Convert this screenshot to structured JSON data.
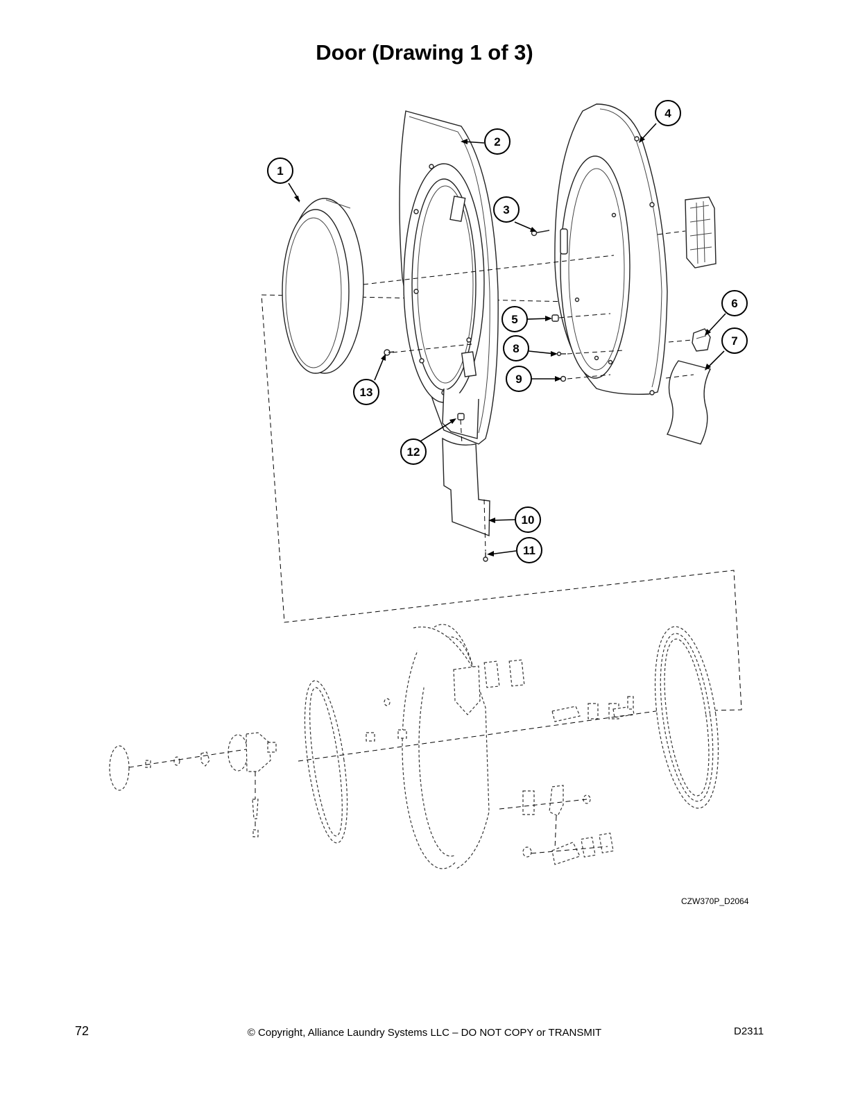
{
  "page": {
    "title": "Door (Drawing 1 of 3)",
    "drawing_code": "CZW370P_D2064",
    "page_number": "72",
    "copyright": "© Copyright, Alliance Laundry Systems LLC – DO NOT COPY or TRANSMIT",
    "doc_code": "D2311"
  },
  "callouts": [
    {
      "id": "c1",
      "label": "1"
    },
    {
      "id": "c2",
      "label": "2"
    },
    {
      "id": "c3",
      "label": "3"
    },
    {
      "id": "c4",
      "label": "4"
    },
    {
      "id": "c5",
      "label": "5"
    },
    {
      "id": "c6",
      "label": "6"
    },
    {
      "id": "c7",
      "label": "7"
    },
    {
      "id": "c8",
      "label": "8"
    },
    {
      "id": "c9",
      "label": "9"
    },
    {
      "id": "c10",
      "label": "10"
    },
    {
      "id": "c11",
      "label": "11"
    },
    {
      "id": "c12",
      "label": "12"
    },
    {
      "id": "c13",
      "label": "13"
    }
  ]
}
